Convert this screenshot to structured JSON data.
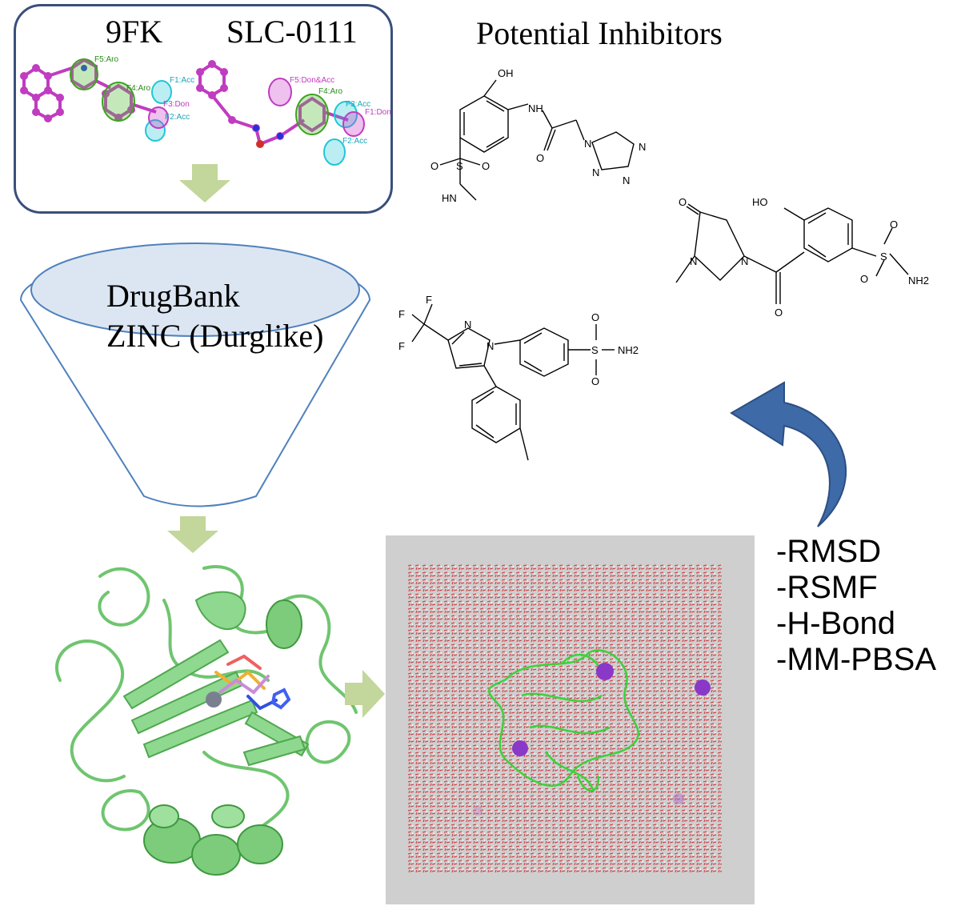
{
  "pharmacophore_panel": {
    "ligand_left": "9FK",
    "ligand_right": "SLC-0111",
    "features_left": [
      "F5:Aro",
      "F4:Aro",
      "F1:Acc",
      "F3:Don",
      "F2:Acc"
    ],
    "features_right": [
      "F5:Don&Acc",
      "F4:Aro",
      "F3:Acc",
      "F1:Don",
      "F2:Acc"
    ]
  },
  "funnel": {
    "db1": "DrugBank",
    "db2": "ZINC (Durglike)"
  },
  "inhibitors": {
    "heading": "Potential Inhibitors",
    "mol1_labels": [
      "OH",
      "NH",
      "O",
      "N",
      "N",
      "N",
      "N",
      "O",
      "S",
      "O",
      "HN"
    ],
    "mol2_labels": [
      "O",
      "HO",
      "N",
      "N",
      "S",
      "O",
      "O",
      "NH2",
      "O"
    ],
    "mol3_labels": [
      "F",
      "F",
      "F",
      "N",
      "N",
      "S",
      "O",
      "O",
      "NH2"
    ]
  },
  "analysis": {
    "items": [
      "-RMSD",
      "-RSMF",
      "-H-Bond",
      "-MM-PBSA"
    ]
  },
  "colors": {
    "panel_border": "#3a4f7a",
    "arrow_green": "#c3d69b",
    "funnel_stroke": "#4f81bd",
    "funnel_ellipse_fill": "#dce6f2",
    "curved_arrow": "#3e6aa8",
    "protein_green": "#6fc56f",
    "water_box_bg": "#cfcfcf",
    "ion_purple": "#9b4fd0",
    "pharmacophore_magenta": "#c03cc0",
    "pharmacophore_cyan": "#22c6d6"
  }
}
